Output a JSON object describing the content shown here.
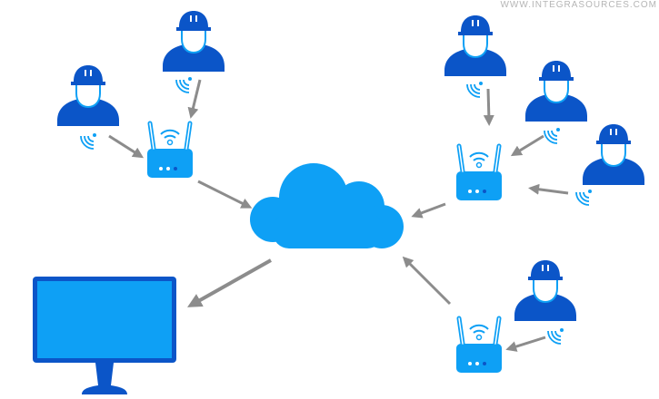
{
  "watermark": "WWW.INTEGRASOURCES.COM",
  "colors": {
    "dark_blue": "#0b55c8",
    "light_blue": "#0ea0f5",
    "arrow": "#8c8c8c"
  },
  "nodes": {
    "workers": 6,
    "routers": 3,
    "cloud": "cloud-icon",
    "monitor": "monitor-icon"
  }
}
